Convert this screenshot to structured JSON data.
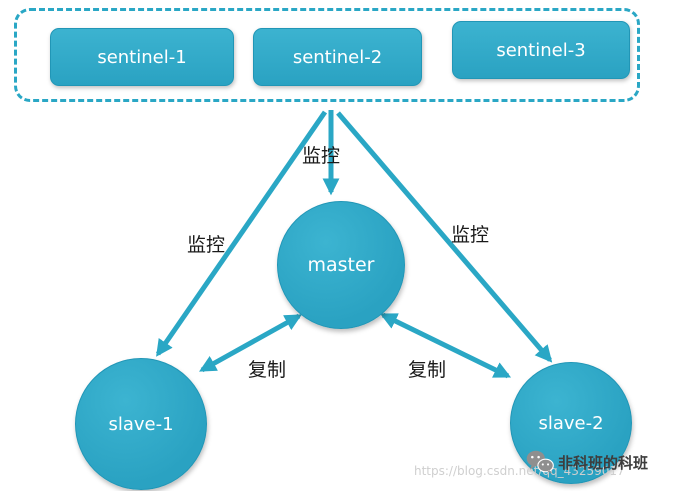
{
  "sentinel_group": {
    "items": [
      {
        "label": "sentinel-1"
      },
      {
        "label": "sentinel-2"
      },
      {
        "label": "sentinel-3"
      }
    ]
  },
  "nodes": {
    "master": "master",
    "slave1": "slave-1",
    "slave2": "slave-2"
  },
  "edges": [
    {
      "from": "sentinels",
      "to": "master",
      "label": "监控"
    },
    {
      "from": "sentinels",
      "to": "slave-1",
      "label": "监控"
    },
    {
      "from": "sentinels",
      "to": "slave-2",
      "label": "监控"
    },
    {
      "from": "master",
      "to": "slave-1",
      "label": "复制"
    },
    {
      "from": "master",
      "to": "slave-2",
      "label": "复制"
    }
  ],
  "colors": {
    "accent": "#2AA7C5"
  },
  "watermark": {
    "url": "https://blog.csdn.net/qq_43259017",
    "author": "非科班的科班"
  }
}
